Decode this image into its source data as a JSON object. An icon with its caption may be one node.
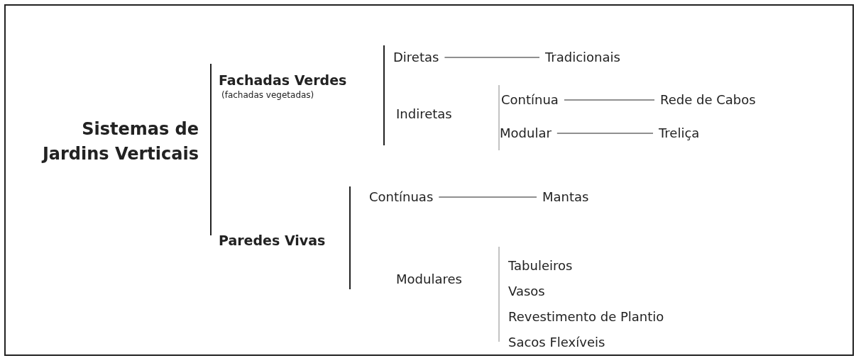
{
  "diagram": {
    "nodes": [
      {
        "text": [
          "Diretas"
        ]
      },
      {
        "text": [
          "Tradicionais"
        ]
      },
      {
        "text": [
          "Contínua"
        ]
      },
      {
        "text": [
          "Rede de Cabos"
        ]
      },
      {
        "text": [
          "Modular"
        ]
      },
      {
        "text": [
          "Treliça"
        ]
      },
      {
        "text": [
          "Contínuas"
        ]
      },
      {
        "text": [
          "Mantas"
        ]
      }
    ],
    "edges": [
      {
        "from": 0,
        "to": 1,
        "arrow": "none"
      },
      {
        "from": 2,
        "to": 3,
        "arrow": "none"
      },
      {
        "from": 4,
        "to": 5,
        "arrow": "none"
      },
      {
        "from": 6,
        "to": 7,
        "arrow": "none"
      }
    ],
    "labels": [
      "Sistemas de Jardins Verticais",
      "Fachadas Verdes",
      "(fachadas vegetadas)",
      "Indiretas",
      "Paredes Vivas",
      "Modulares",
      "Tabuleiros",
      "Vasos",
      "Revestimento de Plantio",
      "Sacos Flexíveis"
    ]
  }
}
